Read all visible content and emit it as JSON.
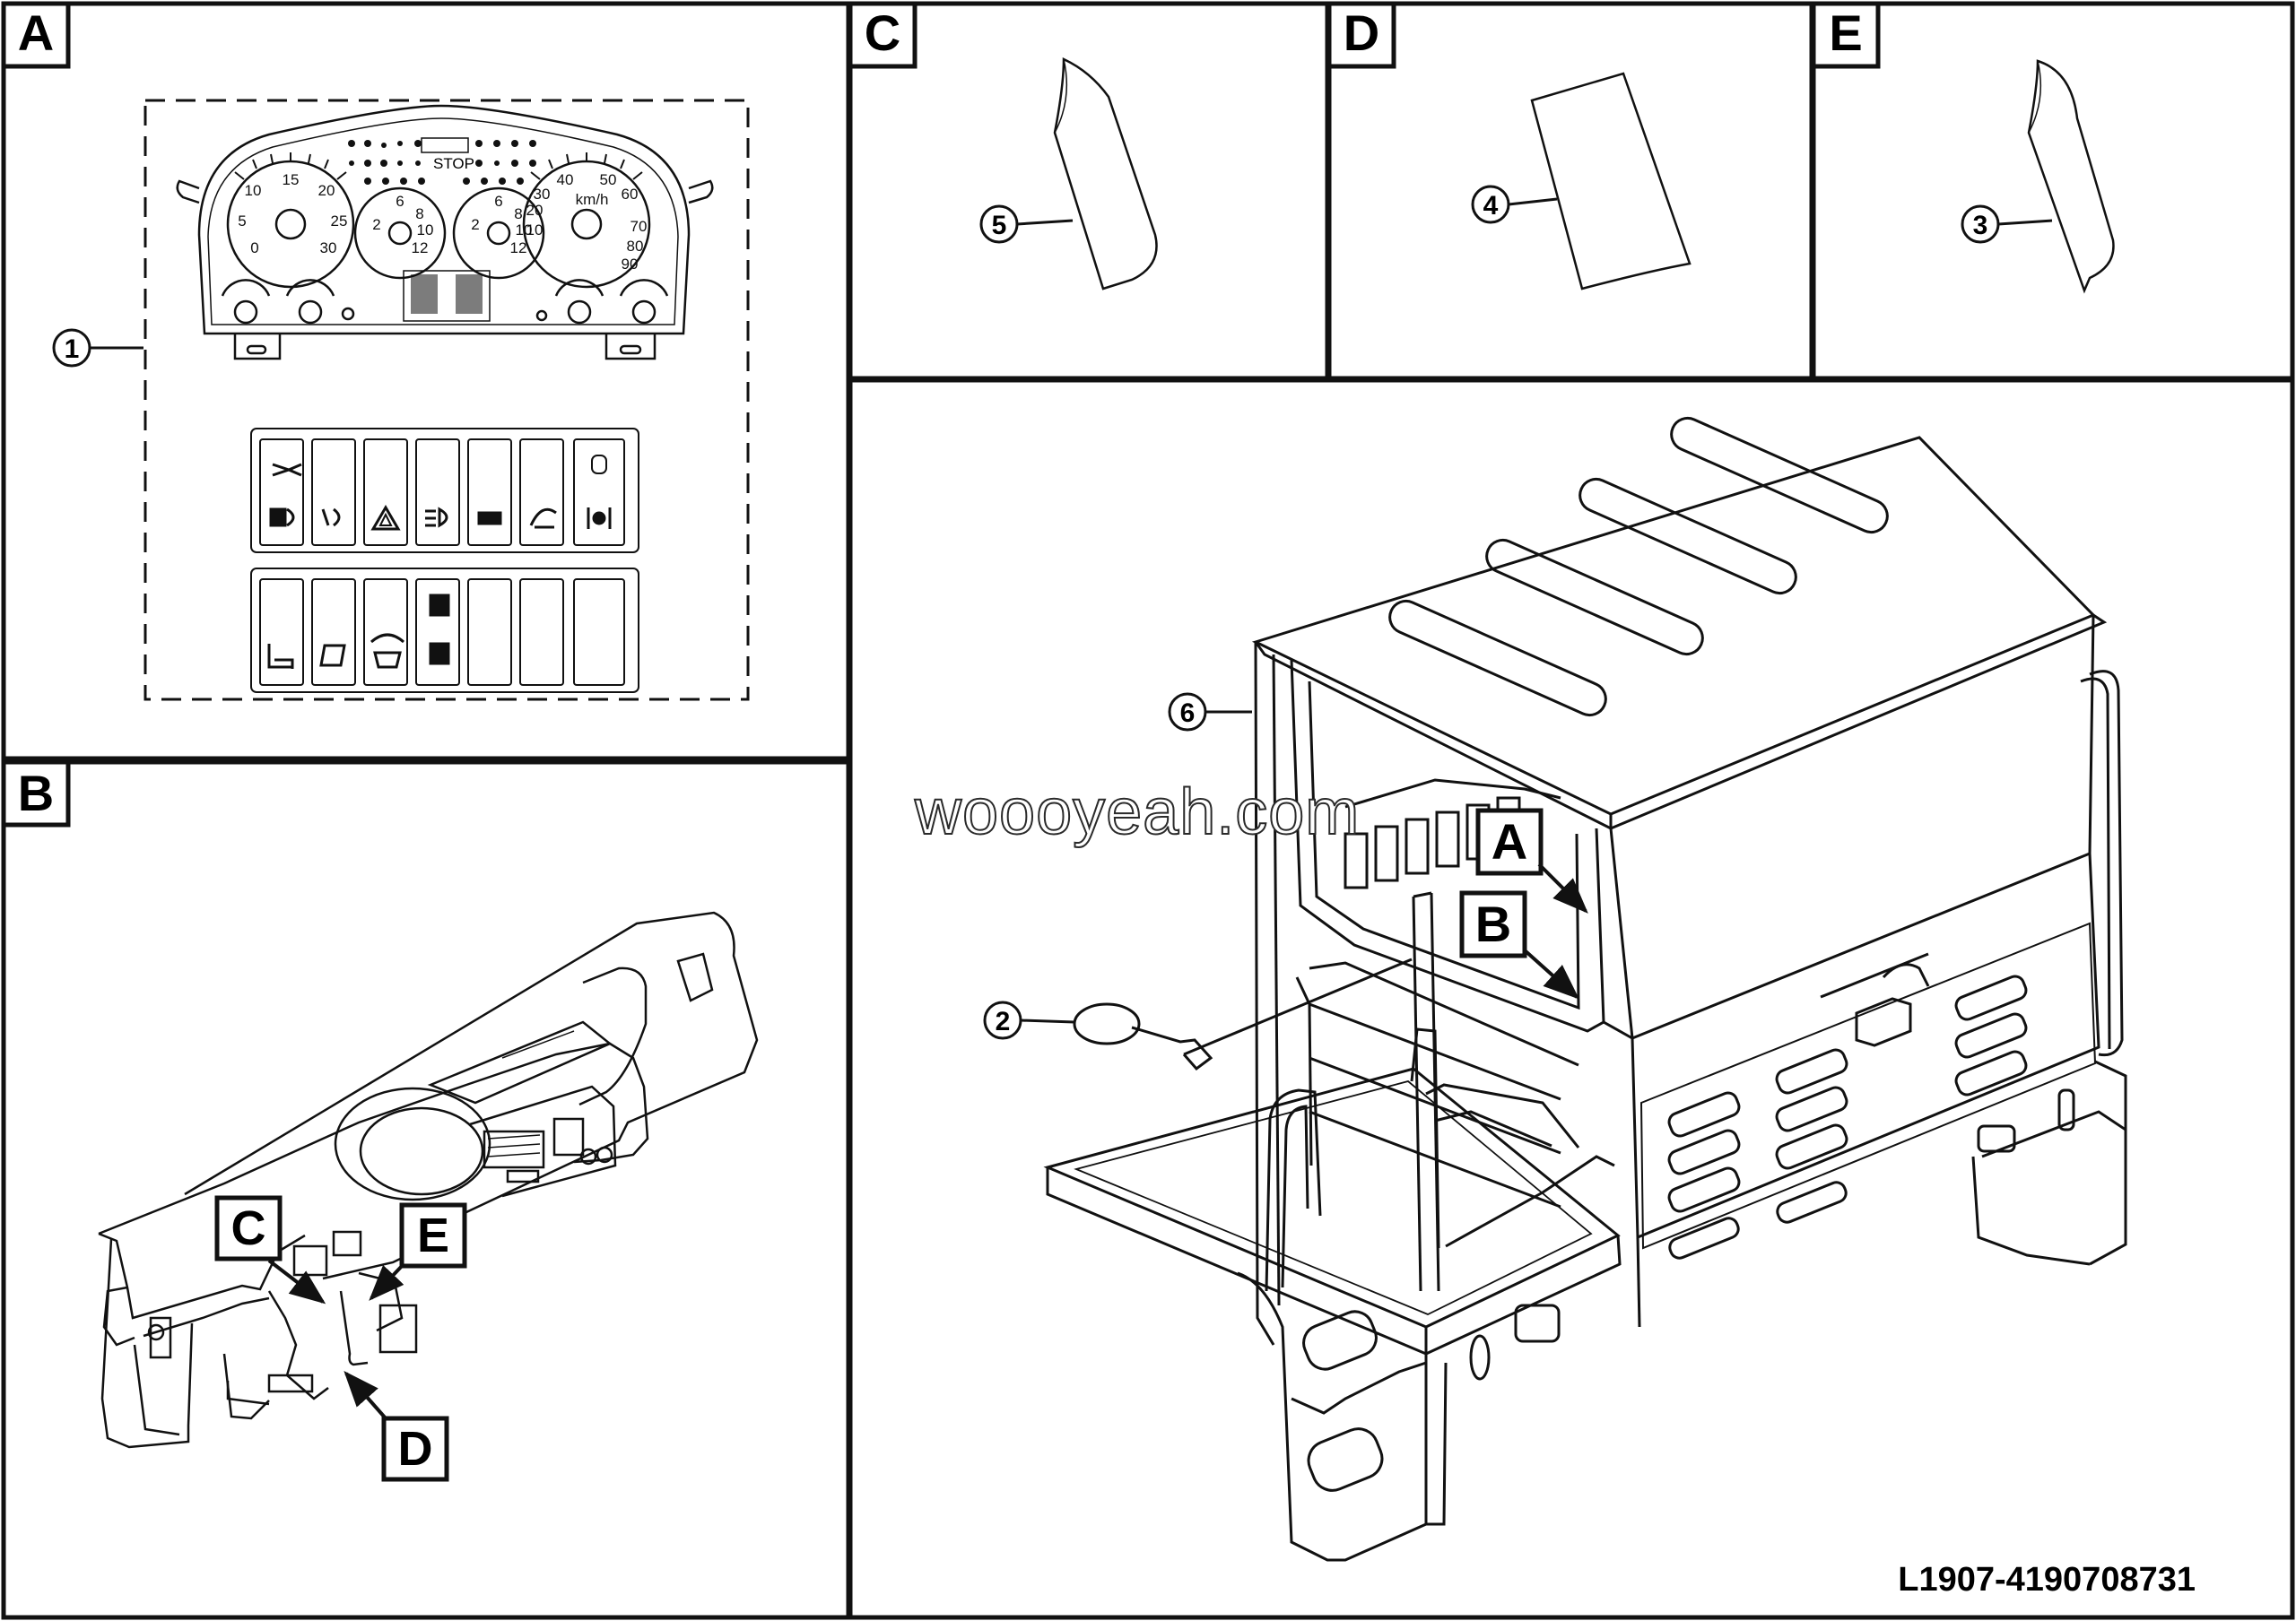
{
  "panels": {
    "a": "A",
    "b": "B",
    "c": "C",
    "d": "D",
    "e": "E"
  },
  "callouts": {
    "c1": "1",
    "c2": "2",
    "c3": "3",
    "c4": "4",
    "c5": "5",
    "c6": "6"
  },
  "detail_tags": {
    "cab_a": "A",
    "cab_b": "B",
    "dash_c": "C",
    "dash_d": "D",
    "dash_e": "E"
  },
  "gauges": {
    "g1": [
      "15",
      "10",
      "20",
      "5",
      "25",
      "0",
      "30"
    ],
    "g2": [
      "6",
      "2",
      "8",
      "10",
      "12"
    ],
    "g3": [
      "6",
      "2",
      "8",
      "10",
      "12"
    ],
    "g4": [
      "40",
      "50",
      "30",
      "60",
      "20",
      "70",
      "10",
      "80",
      "90"
    ],
    "unit": "km/h",
    "stop": "STOP"
  },
  "watermark": "woooyeah.com",
  "drawing_number": "L1907-4190708731"
}
